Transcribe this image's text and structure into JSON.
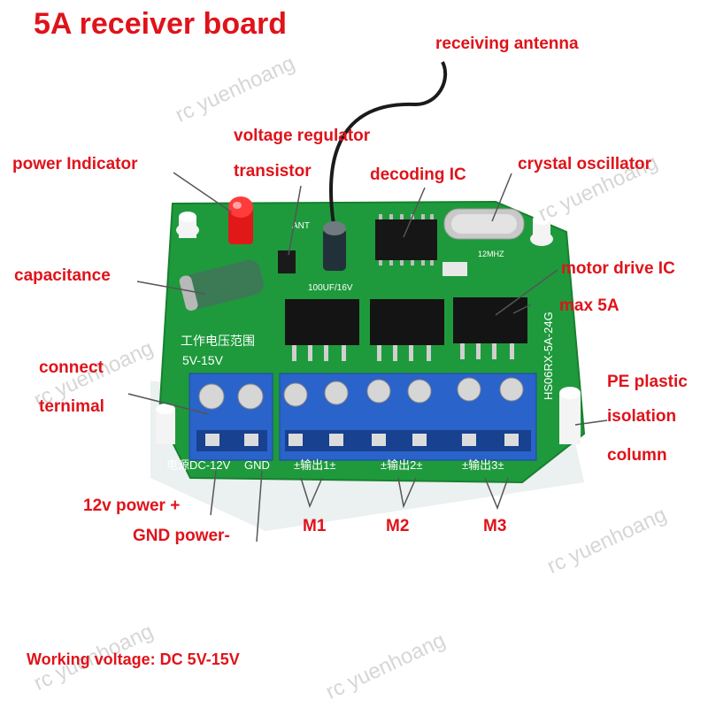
{
  "title": "5A receiver board",
  "labels": {
    "antenna": "receiving antenna",
    "regulator_1": "voltage regulator",
    "regulator_2": "transistor",
    "power_indicator": "power Indicator",
    "decoding_ic": "decoding IC",
    "crystal": "crystal oscillator",
    "capacitance": "capacitance",
    "motor_ic_1": "motor drive IC",
    "motor_ic_2": "max 5A",
    "connect_1": "connect",
    "connect_2": "ternimal",
    "pe_1": "PE plastic",
    "pe_2": "isolation",
    "pe_3": "column",
    "power_plus": "12v power +",
    "gnd": "GND power-",
    "m1": "M1",
    "m2": "M2",
    "m3": "M3",
    "working_voltage": "Working voltage: DC 5V-15V"
  },
  "board_markings": {
    "range_cn": "工作电压范围",
    "range": "5V-15V",
    "model": "HS06RX-5A-24G",
    "power_terminal": "电源DC-12V",
    "gnd_terminal": "GND",
    "out1": "±输出1±",
    "out2": "±输出2±",
    "out3": "±输出3±",
    "cap_value": "100UF/16V",
    "crystal_value": "12MHZ",
    "ant": "ANT"
  },
  "watermark": "rc yuenhoang",
  "colors": {
    "label": "#e0131a",
    "pcb": "#1e9a3c",
    "terminal": "#2a63c9",
    "ic": "#161616",
    "led": "#e01818"
  }
}
